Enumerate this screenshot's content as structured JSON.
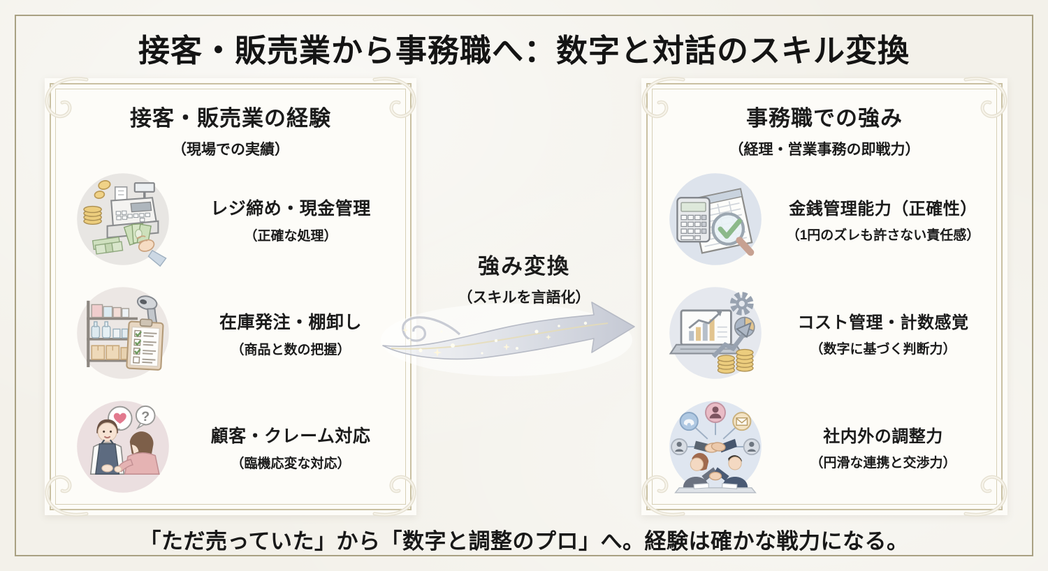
{
  "title": "接客・販売業から事務職へ：数字と対話のスキル変換",
  "left_panel": {
    "title": "接客・販売業の経験",
    "subtitle": "（現場での実績）",
    "items": [
      {
        "icon": "cash-register-icon",
        "label": "レジ締め・現金管理",
        "sublabel": "（正確な処理）"
      },
      {
        "icon": "inventory-shelf-icon",
        "label": "在庫発注・棚卸し",
        "sublabel": "（商品と数の把握）"
      },
      {
        "icon": "customer-service-icon",
        "label": "顧客・クレーム対応",
        "sublabel": "（臨機応変な対応）"
      }
    ]
  },
  "center": {
    "title": "強み変換",
    "subtitle": "（スキルを言語化）",
    "arrow_icon": "sparkle-swoosh-arrow-icon"
  },
  "right_panel": {
    "title": "事務職での強み",
    "subtitle": "（経理・営業事務の即戦力）",
    "items": [
      {
        "icon": "calculator-ledger-icon",
        "label": "金銭管理能力（正確性）",
        "sublabel": "（1円のズレも許さない責任感）"
      },
      {
        "icon": "laptop-analytics-icon",
        "label": "コスト管理・計数感覚",
        "sublabel": "（数字に基づく判断力）"
      },
      {
        "icon": "handshake-network-icon",
        "label": "社内外の調整力",
        "sublabel": "（円滑な連携と交渉力）"
      }
    ]
  },
  "footer": {
    "text": "「ただ売っていた」から「数字と調整のプロ」へ。経験は確かな戦力になる。"
  },
  "glyphs": {
    "question_bubble": "?"
  },
  "colors": {
    "page_background": "#f3f1ea",
    "frame_gold": "#a9a183",
    "panel_background": "#fdfcf8",
    "panel_line_gold": "#c9c0a2",
    "text": "#1b1b1b",
    "arrow_silver": "#ccd0d9",
    "sparkle_gold": "#e8dcb0"
  }
}
